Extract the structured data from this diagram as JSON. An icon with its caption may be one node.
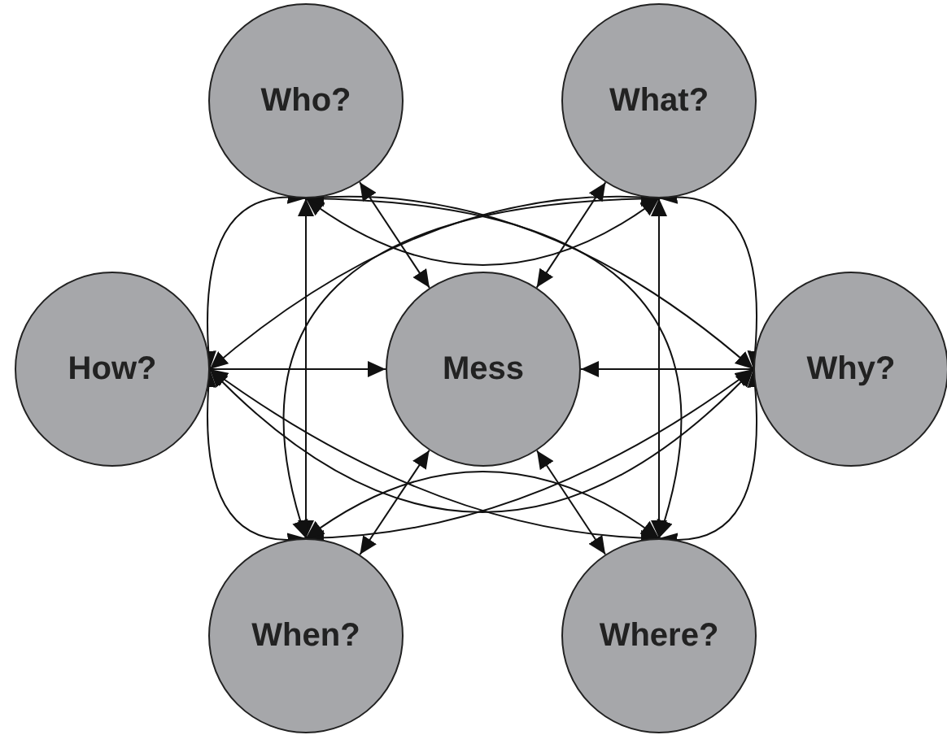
{
  "diagram": {
    "nodes": [
      {
        "text": [
          "Who?"
        ]
      },
      {
        "text": [
          "What?"
        ]
      },
      {
        "text": [
          "How?"
        ]
      },
      {
        "text": [
          "Mess"
        ]
      },
      {
        "text": [
          "Why?"
        ]
      },
      {
        "text": [
          "When?"
        ]
      },
      {
        "text": [
          "Where?"
        ]
      }
    ],
    "edges": [
      {
        "from": 0,
        "to": 1,
        "arrow": "both"
      },
      {
        "from": 0,
        "to": 2,
        "arrow": "both"
      },
      {
        "from": 0,
        "to": 4,
        "arrow": "both"
      },
      {
        "from": 0,
        "to": 5,
        "arrow": "both"
      },
      {
        "from": 0,
        "to": 6,
        "arrow": "both"
      },
      {
        "from": 1,
        "to": 2,
        "arrow": "both"
      },
      {
        "from": 1,
        "to": 4,
        "arrow": "both"
      },
      {
        "from": 1,
        "to": 5,
        "arrow": "both"
      },
      {
        "from": 1,
        "to": 6,
        "arrow": "both"
      },
      {
        "from": 2,
        "to": 4,
        "arrow": "both"
      },
      {
        "from": 2,
        "to": 5,
        "arrow": "both"
      },
      {
        "from": 2,
        "to": 6,
        "arrow": "both"
      },
      {
        "from": 4,
        "to": 5,
        "arrow": "both"
      },
      {
        "from": 4,
        "to": 6,
        "arrow": "both"
      },
      {
        "from": 5,
        "to": 6,
        "arrow": "both"
      },
      {
        "from": 0,
        "to": 3,
        "arrow": "both"
      },
      {
        "from": 1,
        "to": 3,
        "arrow": "both"
      },
      {
        "from": 2,
        "to": 3,
        "arrow": "to"
      },
      {
        "from": 4,
        "to": 3,
        "arrow": "to"
      },
      {
        "from": 5,
        "to": 3,
        "arrow": "both"
      },
      {
        "from": 6,
        "to": 3,
        "arrow": "both"
      }
    ]
  }
}
